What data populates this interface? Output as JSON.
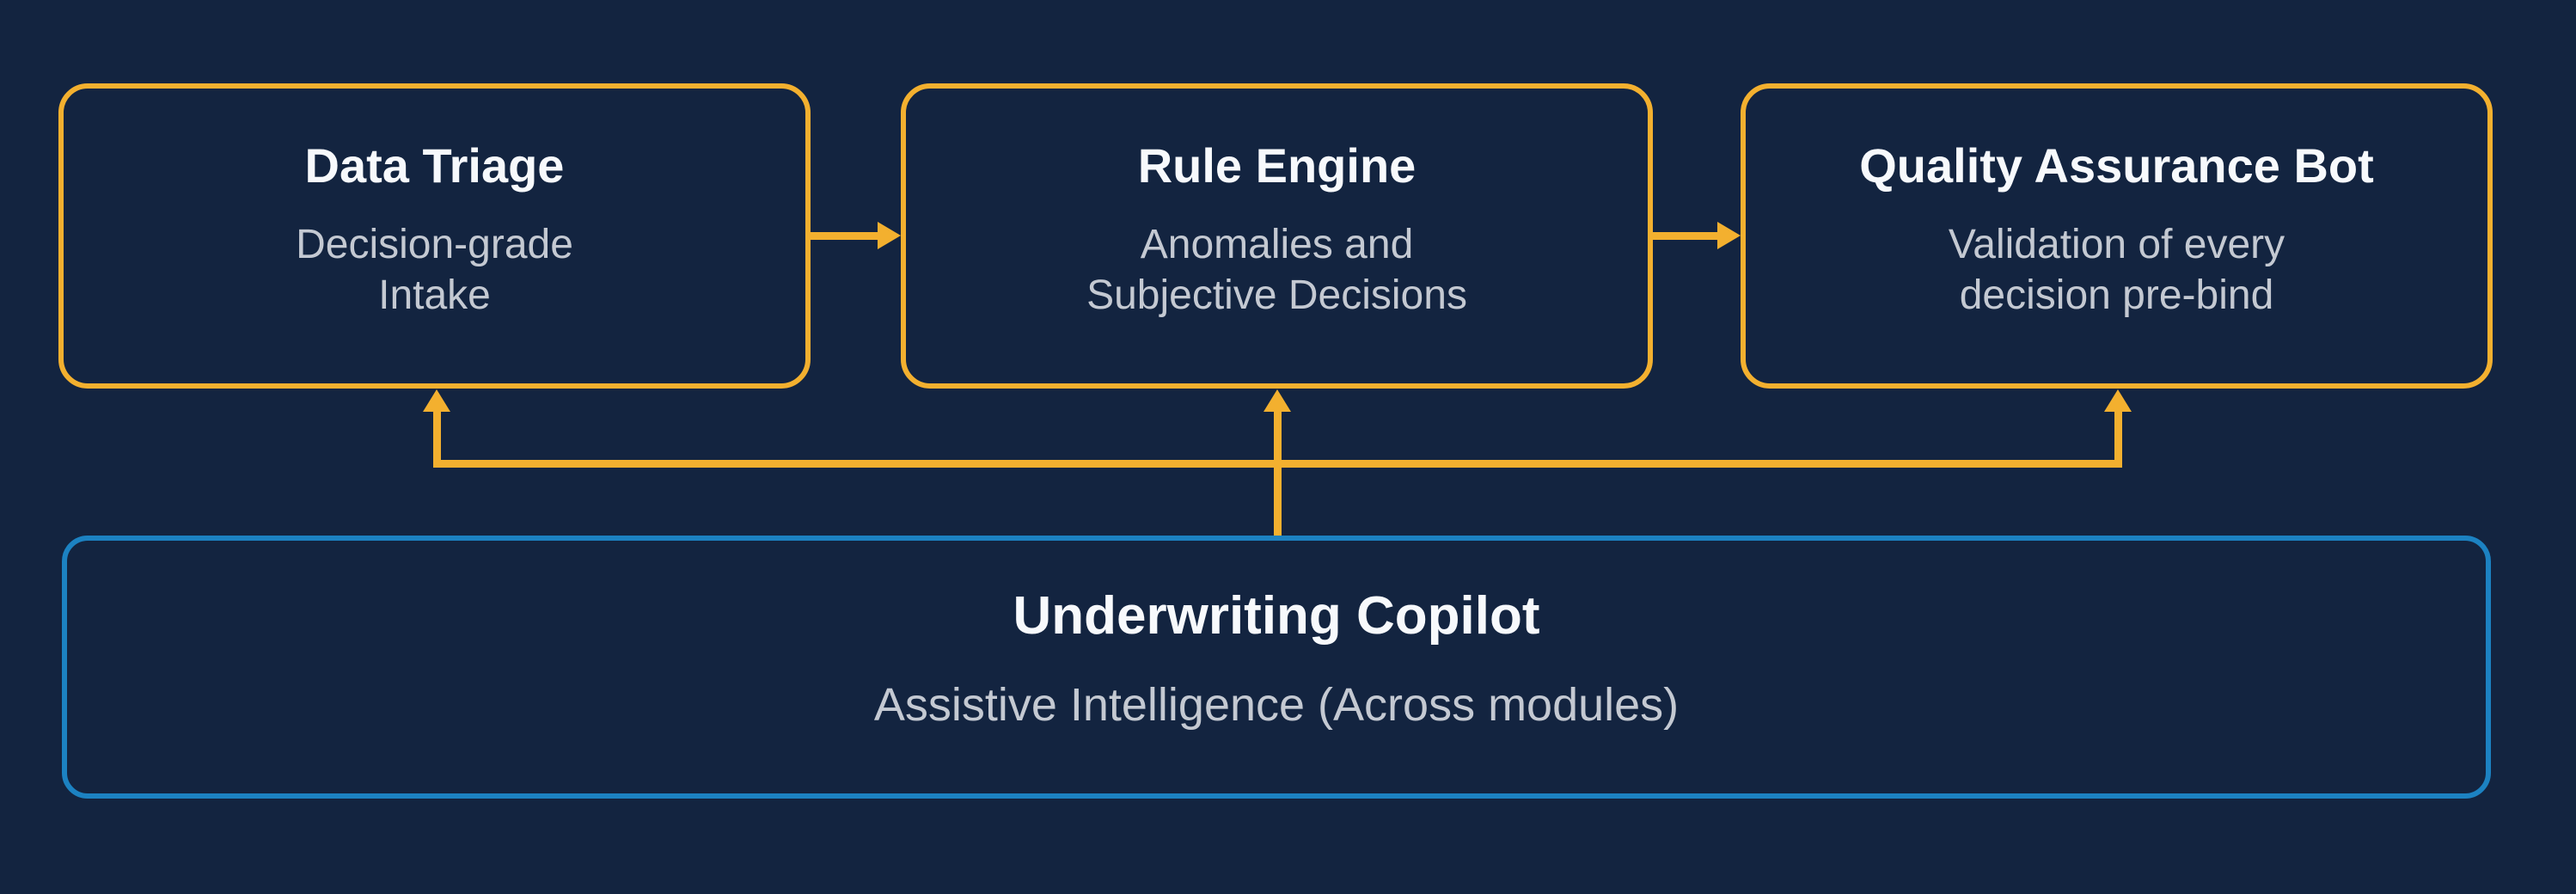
{
  "diagram": {
    "modules": [
      {
        "title": "Data Triage",
        "subtitle_lines": [
          "Decision-grade",
          "Intake"
        ]
      },
      {
        "title": "Rule Engine",
        "subtitle_lines": [
          "Anomalies and",
          "Subjective Decisions"
        ]
      },
      {
        "title": "Quality Assurance Bot",
        "subtitle_lines": [
          "Validation of every",
          "decision pre-bind"
        ]
      }
    ],
    "copilot": {
      "title": "Underwriting Copilot",
      "subtitle": "Assistive Intelligence (Across modules)"
    },
    "colors": {
      "background": "#132440",
      "module_border": "#F3B02F",
      "arrow": "#F3B02F",
      "copilot_border": "#1C82C2",
      "title_text": "#F7F9FC",
      "subtitle_text": "#C4C9D2"
    }
  }
}
